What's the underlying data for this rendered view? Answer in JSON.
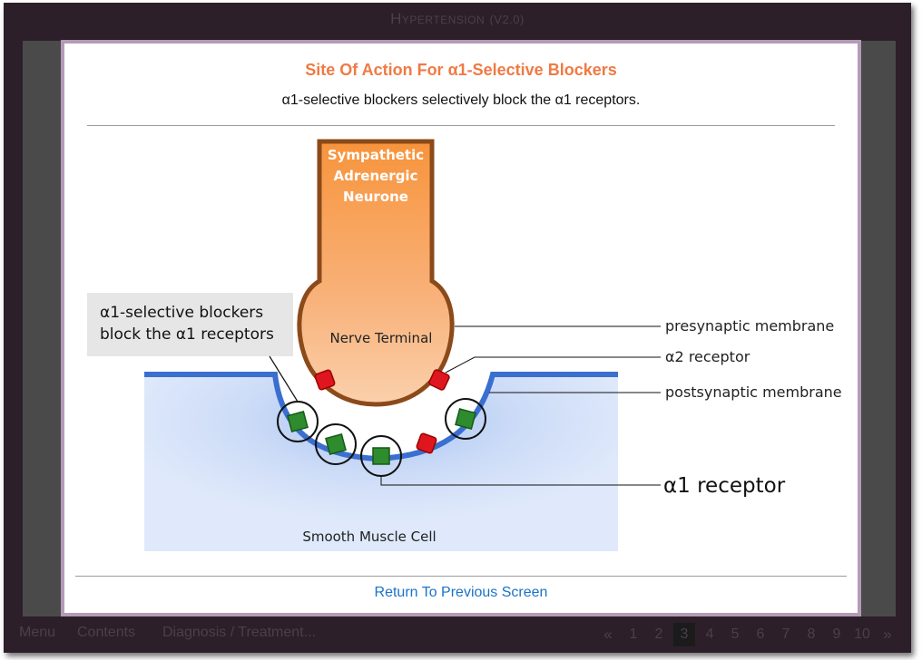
{
  "app": {
    "title": "Hypertension",
    "version": "(V2.0)"
  },
  "dialog": {
    "title": "Site Of Action For α1-Selective Blockers",
    "subtitle": "α1-selective blockers selectively block the α1 receptors.",
    "return_link": "Return To Previous Screen"
  },
  "diagram": {
    "neurone_label": [
      "Sympathetic",
      "Adrenergic",
      "Neurone"
    ],
    "terminal_label": "Nerve Terminal",
    "cell_label": "Smooth Muscle Cell",
    "callout": [
      "α1-selective blockers",
      "block the α1 receptors"
    ],
    "labels": {
      "presynaptic": "presynaptic membrane",
      "alpha2": "α2 receptor",
      "postsynaptic": "postsynaptic membrane",
      "alpha1": "α1 receptor"
    },
    "colors": {
      "neurone_orange": "#f6a05a",
      "neurone_outline": "#8b4a1a",
      "membrane_blue": "#3a6fd0",
      "cell_fill": "#dce8fb",
      "alpha1_green": "#2e8b2e",
      "alpha2_red": "#e0161e"
    }
  },
  "footer": {
    "nav": [
      "Menu",
      "Contents",
      "Diagnosis / Treatment..."
    ],
    "prev": "«",
    "next": "»",
    "pages": [
      "1",
      "2",
      "3",
      "4",
      "5",
      "6",
      "7",
      "8",
      "9",
      "10"
    ],
    "current_page": "3"
  }
}
